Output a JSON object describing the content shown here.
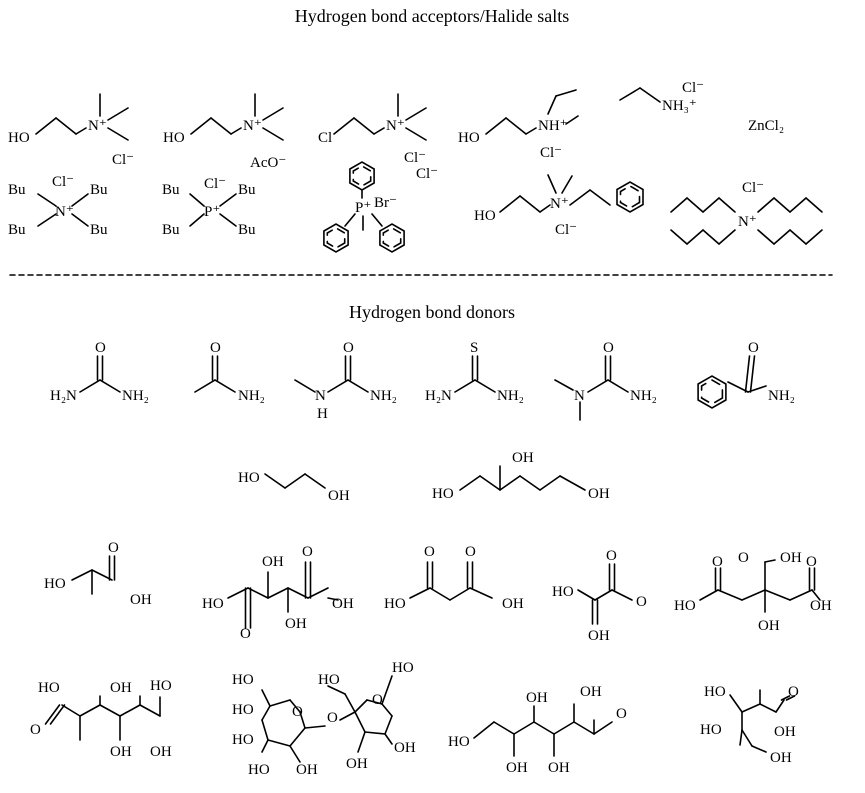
{
  "titles": {
    "acceptors": "Hydrogen bond acceptors/Halide salts",
    "donors": "Hydrogen bond donors"
  },
  "molecules": [
    {
      "name": "choline-chloride",
      "labels": [
        "HO",
        "N⁺",
        "Cl⁻"
      ]
    },
    {
      "name": "choline-acetate",
      "labels": [
        "HO",
        "N⁺",
        "AcO⁻"
      ]
    },
    {
      "name": "chlorocholine-chloride",
      "labels": [
        "Cl",
        "N⁺",
        "Cl⁻",
        "Cl⁻"
      ]
    },
    {
      "name": "diethylethanolammonium-chloride",
      "labels": [
        "HO",
        "NH⁺",
        "Cl⁻"
      ]
    },
    {
      "name": "ethylammonium-chloride",
      "labels": [
        "NH₃⁺",
        "Cl⁻"
      ]
    },
    {
      "name": "zinc-chloride",
      "labels": [
        "ZnCl₂"
      ]
    },
    {
      "name": "tetrabutylammonium-chloride",
      "labels": [
        "Bu",
        "Bu",
        "Bu",
        "Bu",
        "Cl⁻",
        "N⁺"
      ]
    },
    {
      "name": "tetrabutylphosphonium-chloride",
      "labels": [
        "Bu",
        "Bu",
        "Bu",
        "Bu",
        "Cl⁻",
        "P⁺"
      ]
    },
    {
      "name": "methyltriphenylphosphonium-bromide",
      "labels": [
        "P⁺",
        "Br⁻"
      ]
    },
    {
      "name": "benzyldimethylethanolammonium-chloride",
      "labels": [
        "HO",
        "N⁺",
        "Cl⁻"
      ]
    },
    {
      "name": "tetrabutylammonium-chloride-skeletal",
      "labels": [
        "Cl⁻",
        "N⁺"
      ]
    },
    {
      "name": "urea",
      "labels": [
        "H₂N",
        "O",
        "NH₂"
      ]
    },
    {
      "name": "acetamide",
      "labels": [
        "O",
        "NH₂"
      ]
    },
    {
      "name": "methylurea",
      "labels": [
        "N",
        "H",
        "O",
        "NH₂"
      ]
    },
    {
      "name": "thiourea",
      "labels": [
        "H₂N",
        "S",
        "NH₂"
      ]
    },
    {
      "name": "dimethylurea",
      "labels": [
        "N",
        "O",
        "NH₂"
      ]
    },
    {
      "name": "benzamide",
      "labels": [
        "O",
        "NH₂"
      ]
    },
    {
      "name": "ethylene-glycol",
      "labels": [
        "HO",
        "OH"
      ]
    },
    {
      "name": "glycerol",
      "labels": [
        "HO",
        "OH",
        "OH"
      ]
    },
    {
      "name": "lactic-acid",
      "labels": [
        "HO",
        "O",
        "OH"
      ]
    },
    {
      "name": "tartaric-acid",
      "labels": [
        "HO",
        "OH",
        "O",
        "OH",
        "O",
        "OH"
      ]
    },
    {
      "name": "malonic-acid",
      "labels": [
        "HO",
        "O",
        "O",
        "OH"
      ]
    },
    {
      "name": "oxalic-acid",
      "labels": [
        "HO",
        "O",
        "OH",
        "O"
      ]
    },
    {
      "name": "citric-acid",
      "labels": [
        "HO",
        "O",
        "O",
        "OH",
        "OH",
        "O",
        "OH"
      ]
    },
    {
      "name": "fructose",
      "labels": [
        "HO",
        "OH",
        "HO",
        "O",
        "OH",
        "OH"
      ]
    },
    {
      "name": "sucrose",
      "labels": [
        "HO",
        "HO",
        "HO",
        "HO",
        "OH",
        "O",
        "O",
        "HO",
        "HO",
        "O",
        "OH",
        "OH"
      ]
    },
    {
      "name": "glucose",
      "labels": [
        "HO",
        "OH",
        "OH",
        "OH",
        "OH",
        "O"
      ]
    },
    {
      "name": "xylose",
      "labels": [
        "HO",
        "O",
        "HO",
        "OH",
        "OH"
      ]
    }
  ]
}
